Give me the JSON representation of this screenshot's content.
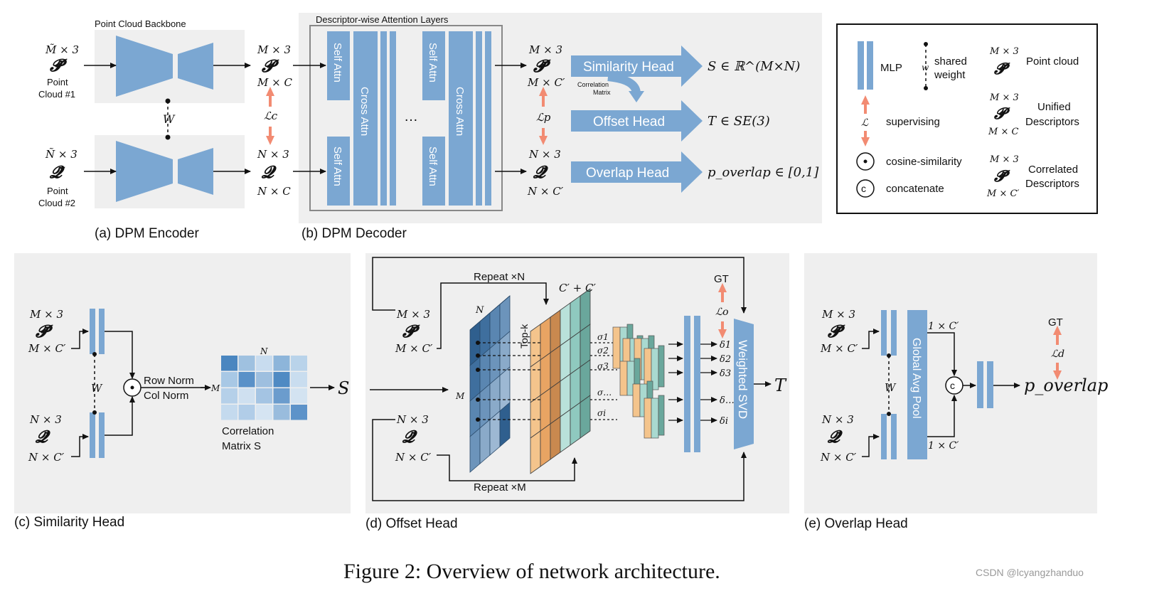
{
  "caption": "Figure 2: Overview of network architecture.",
  "watermark": "CSDN @lcyangzhanduo",
  "encoder": {
    "caption": "(a) DPM Encoder",
    "backbone_title": "Point Cloud Backbone",
    "shared_label": "W",
    "p_in_shape": "M̃ × 3",
    "p_symbol": "𝓟̃",
    "p_name": "Point",
    "p_name2": "Cloud #1",
    "q_in_shape": "Ñ × 3",
    "q_symbol": "𝓠̃",
    "q_name": "Point",
    "q_name2": "Cloud #2",
    "p_out_top": "M × 3",
    "p_out_sym": "𝓟",
    "p_out_bot": "M × C",
    "q_out_top": "N × 3",
    "q_out_sym": "𝓠",
    "q_out_bot": "N × C",
    "loss": "ℒc"
  },
  "decoder": {
    "caption": "(b) DPM Decoder",
    "layers_title": "Descriptor-wise Attention Layers",
    "self_attn": "Self Attn",
    "cross_attn": "Cross Attn",
    "ellipsis": "…",
    "p_top": "M × 3",
    "p_sym": "𝓟̄",
    "p_bot": "M × C′",
    "q_top": "N × 3",
    "q_sym": "𝓠̄",
    "q_bot": "N × C′",
    "loss": "ℒp",
    "similarity_head": "Similarity Head",
    "offset_head": "Offset Head",
    "overlap_head": "Overlap Head",
    "corr_label_1": "Correlation",
    "corr_label_2": "Matrix",
    "out_similarity": "S ∈ ℝ^(M×N)",
    "out_offset": "T ∈ SE(3)",
    "out_overlap": "p_overlap ∈ [0,1]"
  },
  "legend": {
    "mlp": "MLP",
    "shared_1": "shared",
    "shared_2": "weight",
    "shared_w": "w",
    "point_cloud": "Point cloud",
    "pc_shape": "M × 3",
    "pc_sym": "𝓟̃",
    "unified_1": "Unified",
    "unified_2": "Descriptors",
    "uni_top": "M × 3",
    "uni_sym": "𝓟",
    "uni_bot": "M × C",
    "correlated_1": "Correlated",
    "correlated_2": "Descriptors",
    "cor_top": "M × 3",
    "cor_sym": "𝓟̄",
    "cor_bot": "M × C′",
    "supervising": "supervising",
    "loss_sym": "ℒ",
    "cosine": "cosine-similarity",
    "concatenate": "concatenate",
    "concat_sym": "c",
    "dot_sym": "·"
  },
  "similarity": {
    "caption": "(c) Similarity Head",
    "p_top": "M × 3",
    "p_sym": "𝓟̄",
    "p_bot": "M × C′",
    "q_top": "N × 3",
    "q_sym": "𝓠̄",
    "q_bot": "N × C′",
    "w": "W",
    "row_norm": "Row Norm",
    "col_norm": "Col Norm",
    "m_label": "M",
    "n_label": "N",
    "matrix_1": "Correlation",
    "matrix_2": "Matrix S",
    "output": "S"
  },
  "offset": {
    "caption": "(d) Offset Head",
    "p_top": "M × 3",
    "p_sym": "𝓟̄",
    "p_bot": "M × C′",
    "q_top": "N × 3",
    "q_sym": "𝓠̄",
    "q_bot": "N × C′",
    "repeat_n": "Repeat ×N",
    "repeat_m": "Repeat ×M",
    "channels": "C′ + C′",
    "n_label": "N",
    "m_label": "M",
    "topk": "Top-k",
    "sigmas": [
      "σ1",
      "σ2",
      "σ3",
      "σ…",
      "σi"
    ],
    "deltas": [
      "δ1",
      "δ2",
      "δ3",
      "δ…",
      "δi"
    ],
    "gt": "GT",
    "loss": "ℒo",
    "svd": "Weighted SVD",
    "output": "T"
  },
  "overlap": {
    "caption": "(e) Overlap Head",
    "p_top": "M × 3",
    "p_sym": "𝓟̄",
    "p_bot": "M × C′",
    "q_top": "N × 3",
    "q_sym": "𝓠̄",
    "q_bot": "N × C′",
    "w": "W",
    "pool": "Global Avg Pool",
    "top_dim": "1 × C′",
    "bot_dim": "1 × C′",
    "concat": "c",
    "gt": "GT",
    "loss": "ℒd",
    "output": "p_overlap"
  },
  "colors": {
    "blue": "#7ba7d2",
    "panel": "#efefef",
    "red": "#f28b72",
    "text": "#111111"
  }
}
